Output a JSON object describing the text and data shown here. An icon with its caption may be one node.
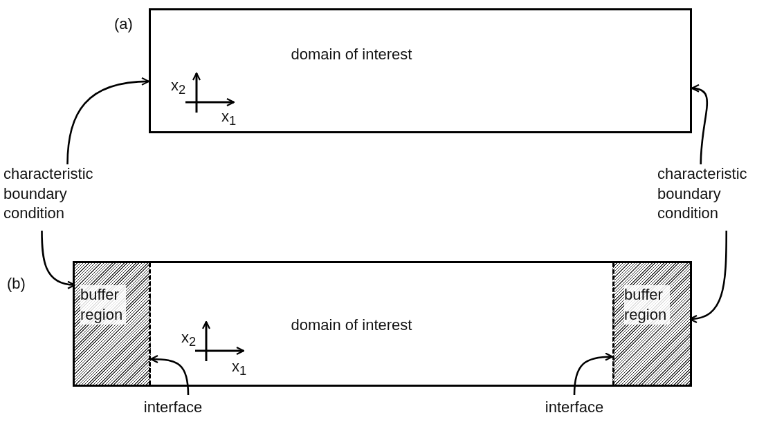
{
  "diagram": {
    "nodes": [
      {
        "text": [
          "domain of interest"
        ]
      },
      {
        "text": [
          "characteristic boundary condition"
        ]
      },
      {
        "text": [
          "characteristic boundary condition"
        ]
      },
      {
        "text": [
          "domain of interest"
        ]
      },
      {
        "text": [
          "buffer region"
        ],
        "in": 3
      },
      {
        "text": [
          "buffer region"
        ],
        "in": 3
      },
      {
        "text": [
          "interface"
        ]
      },
      {
        "text": [
          "interface"
        ]
      }
    ],
    "edges": [
      {
        "from": 1,
        "to": 0,
        "arrow": "to"
      },
      {
        "from": 2,
        "to": 0,
        "arrow": "to"
      },
      {
        "from": 1,
        "to": 4,
        "arrow": "to"
      },
      {
        "from": 2,
        "to": 5,
        "arrow": "to"
      },
      {
        "from": 6,
        "to": 4,
        "arrow": "to"
      },
      {
        "from": 7,
        "to": 5,
        "arrow": "to"
      }
    ],
    "labels": [
      "(a)",
      "x$_{2}$",
      "x$_{1}$",
      "(b)",
      "x$_{2}$",
      "x$_{1}$"
    ]
  }
}
